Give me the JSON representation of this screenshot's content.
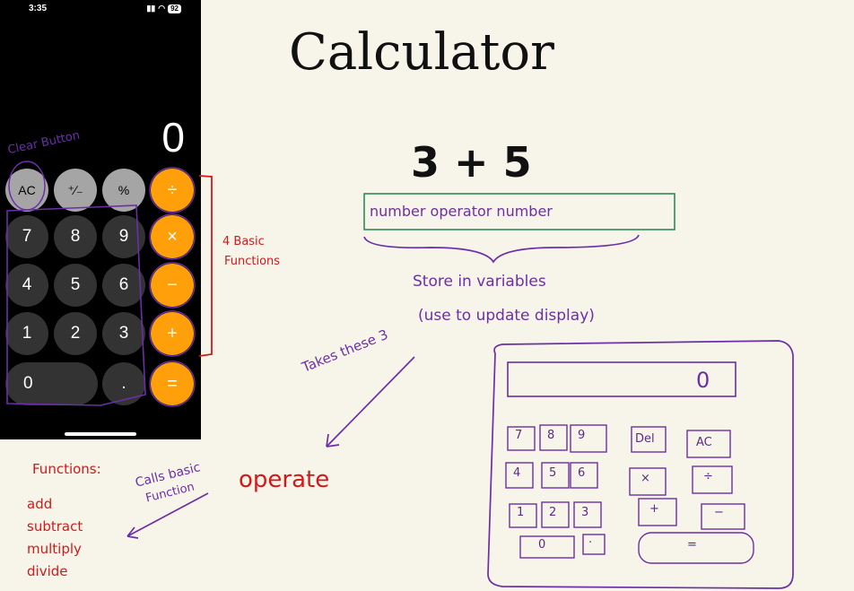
{
  "status": {
    "time": "3:35",
    "battery": "92"
  },
  "calculator": {
    "display": "0",
    "rows": [
      [
        {
          "label": "AC",
          "kind": "fn"
        },
        {
          "label": "⁺∕₋",
          "kind": "fn"
        },
        {
          "label": "%",
          "kind": "fn"
        },
        {
          "label": "÷",
          "kind": "op"
        }
      ],
      [
        {
          "label": "7",
          "kind": "num"
        },
        {
          "label": "8",
          "kind": "num"
        },
        {
          "label": "9",
          "kind": "num"
        },
        {
          "label": "×",
          "kind": "op"
        }
      ],
      [
        {
          "label": "4",
          "kind": "num"
        },
        {
          "label": "5",
          "kind": "num"
        },
        {
          "label": "6",
          "kind": "num"
        },
        {
          "label": "−",
          "kind": "op"
        }
      ],
      [
        {
          "label": "1",
          "kind": "num"
        },
        {
          "label": "2",
          "kind": "num"
        },
        {
          "label": "3",
          "kind": "num"
        },
        {
          "label": "+",
          "kind": "op"
        }
      ],
      [
        {
          "label": "0",
          "kind": "num",
          "wide": true
        },
        {
          "label": ".",
          "kind": "num"
        },
        {
          "label": "=",
          "kind": "op"
        }
      ]
    ]
  },
  "notes": {
    "title": "Calculator",
    "expression": "3 + 5",
    "expr_parts": "number   operator   number",
    "store_1": "Store in variables",
    "store_2": "(use to update display)",
    "clear_button": "Clear Button",
    "basic_1": "4 Basic",
    "basic_2": "Functions",
    "takes": "Takes these 3",
    "operate": "operate",
    "calls_1": "Calls basic",
    "calls_2": "Function",
    "functions_title": "Functions:",
    "functions": [
      "add",
      "subtract",
      "multiply",
      "divide"
    ]
  },
  "sketch": {
    "display": "0",
    "keys": [
      "7",
      "8",
      "9",
      "Del",
      "AC",
      "4",
      "5",
      "6",
      "×",
      "÷",
      "1",
      "2",
      "3",
      "+",
      "−",
      "0",
      "·",
      "="
    ]
  },
  "colors": {
    "orange": "#ff9f0a",
    "purple": "#6b2fa8",
    "red": "#d11a1a",
    "green": "#2f8a5a",
    "paper": "#f7f4e9"
  }
}
